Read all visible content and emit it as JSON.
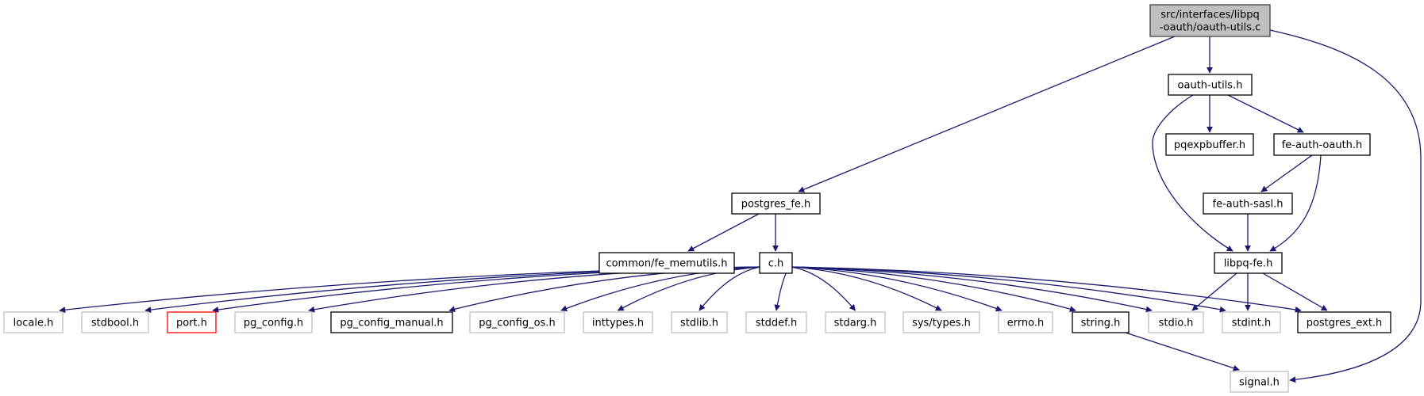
{
  "diagram": {
    "type": "include-dependency-graph",
    "colors": {
      "edge": "#191970",
      "root_fill": "#bfbfbf",
      "root_border": "#404040",
      "documented_border": "#000000",
      "undocumented_border": "#bfbfbf",
      "missing_border": "#ff0000",
      "node_fill": "#ffffff"
    },
    "nodes": [
      {
        "id": "root",
        "lines": [
          "src/interfaces/libpq",
          "-oauth/oauth-utils.c"
        ],
        "kind": "root"
      },
      {
        "id": "oauth_utils_h",
        "lines": [
          "oauth-utils.h"
        ],
        "kind": "documented"
      },
      {
        "id": "pqexpbuffer_h",
        "lines": [
          "pqexpbuffer.h"
        ],
        "kind": "documented"
      },
      {
        "id": "fe_auth_oauth_h",
        "lines": [
          "fe-auth-oauth.h"
        ],
        "kind": "documented"
      },
      {
        "id": "fe_auth_sasl_h",
        "lines": [
          "fe-auth-sasl.h"
        ],
        "kind": "documented"
      },
      {
        "id": "libpq_fe_h",
        "lines": [
          "libpq-fe.h"
        ],
        "kind": "documented"
      },
      {
        "id": "postgres_fe_h",
        "lines": [
          "postgres_fe.h"
        ],
        "kind": "documented"
      },
      {
        "id": "fe_memutils_h",
        "lines": [
          "common/fe_memutils.h"
        ],
        "kind": "documented"
      },
      {
        "id": "c_h",
        "lines": [
          "c.h"
        ],
        "kind": "documented"
      },
      {
        "id": "locale_h",
        "lines": [
          "locale.h"
        ],
        "kind": "undocumented"
      },
      {
        "id": "stdbool_h",
        "lines": [
          "stdbool.h"
        ],
        "kind": "undocumented"
      },
      {
        "id": "port_h",
        "lines": [
          "port.h"
        ],
        "kind": "missing"
      },
      {
        "id": "pg_config_h",
        "lines": [
          "pg_config.h"
        ],
        "kind": "undocumented"
      },
      {
        "id": "pg_config_manual_h",
        "lines": [
          "pg_config_manual.h"
        ],
        "kind": "documented"
      },
      {
        "id": "pg_config_os_h",
        "lines": [
          "pg_config_os.h"
        ],
        "kind": "undocumented"
      },
      {
        "id": "inttypes_h",
        "lines": [
          "inttypes.h"
        ],
        "kind": "undocumented"
      },
      {
        "id": "stdlib_h",
        "lines": [
          "stdlib.h"
        ],
        "kind": "undocumented"
      },
      {
        "id": "stddef_h",
        "lines": [
          "stddef.h"
        ],
        "kind": "undocumented"
      },
      {
        "id": "stdarg_h",
        "lines": [
          "stdarg.h"
        ],
        "kind": "undocumented"
      },
      {
        "id": "sys_types_h",
        "lines": [
          "sys/types.h"
        ],
        "kind": "undocumented"
      },
      {
        "id": "errno_h",
        "lines": [
          "errno.h"
        ],
        "kind": "undocumented"
      },
      {
        "id": "string_h",
        "lines": [
          "string.h"
        ],
        "kind": "documented"
      },
      {
        "id": "stdio_h",
        "lines": [
          "stdio.h"
        ],
        "kind": "undocumented"
      },
      {
        "id": "stdint_h",
        "lines": [
          "stdint.h"
        ],
        "kind": "undocumented"
      },
      {
        "id": "postgres_ext_h",
        "lines": [
          "postgres_ext.h"
        ],
        "kind": "documented"
      },
      {
        "id": "signal_h",
        "lines": [
          "signal.h"
        ],
        "kind": "undocumented"
      }
    ],
    "edges": [
      {
        "from": "root",
        "to": "oauth_utils_h"
      },
      {
        "from": "root",
        "to": "postgres_fe_h"
      },
      {
        "from": "root",
        "to": "signal_h"
      },
      {
        "from": "oauth_utils_h",
        "to": "pqexpbuffer_h"
      },
      {
        "from": "oauth_utils_h",
        "to": "fe_auth_oauth_h"
      },
      {
        "from": "oauth_utils_h",
        "to": "libpq_fe_h"
      },
      {
        "from": "fe_auth_oauth_h",
        "to": "fe_auth_sasl_h"
      },
      {
        "from": "fe_auth_oauth_h",
        "to": "libpq_fe_h"
      },
      {
        "from": "fe_auth_sasl_h",
        "to": "libpq_fe_h"
      },
      {
        "from": "libpq_fe_h",
        "to": "stdio_h"
      },
      {
        "from": "libpq_fe_h",
        "to": "stdint_h"
      },
      {
        "from": "libpq_fe_h",
        "to": "postgres_ext_h"
      },
      {
        "from": "postgres_fe_h",
        "to": "fe_memutils_h"
      },
      {
        "from": "postgres_fe_h",
        "to": "c_h"
      },
      {
        "from": "c_h",
        "to": "locale_h"
      },
      {
        "from": "c_h",
        "to": "stdbool_h"
      },
      {
        "from": "c_h",
        "to": "port_h"
      },
      {
        "from": "c_h",
        "to": "pg_config_h"
      },
      {
        "from": "c_h",
        "to": "pg_config_manual_h"
      },
      {
        "from": "c_h",
        "to": "pg_config_os_h"
      },
      {
        "from": "c_h",
        "to": "inttypes_h"
      },
      {
        "from": "c_h",
        "to": "stdlib_h"
      },
      {
        "from": "c_h",
        "to": "stddef_h"
      },
      {
        "from": "c_h",
        "to": "stdarg_h"
      },
      {
        "from": "c_h",
        "to": "sys_types_h"
      },
      {
        "from": "c_h",
        "to": "errno_h"
      },
      {
        "from": "c_h",
        "to": "string_h"
      },
      {
        "from": "c_h",
        "to": "stdio_h"
      },
      {
        "from": "c_h",
        "to": "stdint_h"
      },
      {
        "from": "c_h",
        "to": "postgres_ext_h"
      },
      {
        "from": "string_h",
        "to": "signal_h"
      }
    ]
  }
}
